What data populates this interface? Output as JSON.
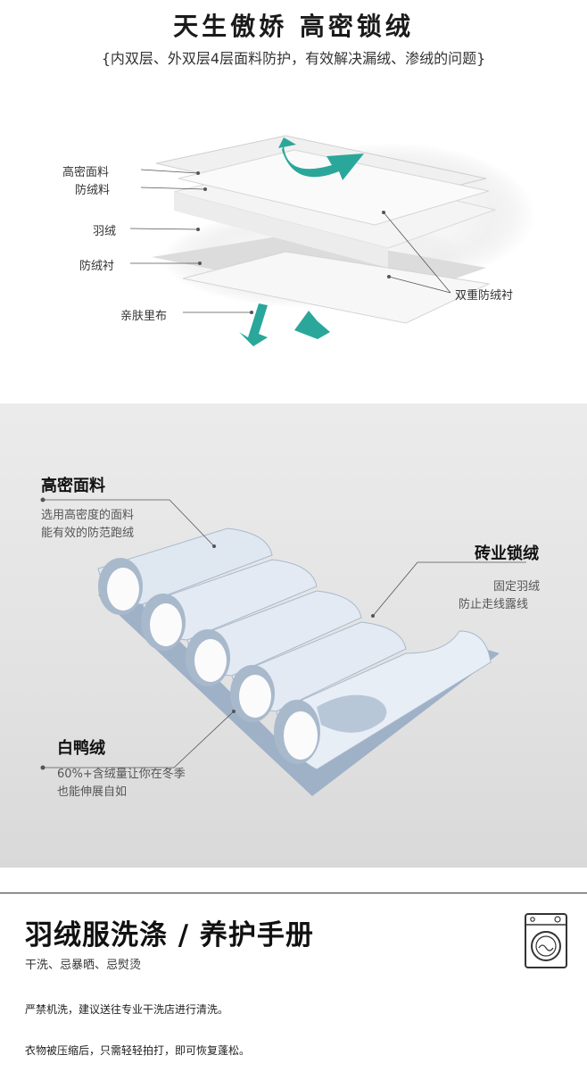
{
  "section1": {
    "title": "天生傲娇  高密锁绒",
    "subtitle": "{内双层、外双层4层面料防护，有效解决漏绒、渗绒的问题}",
    "labels": {
      "high_density_fabric": "高密面料",
      "downproof_fabric": "防绒料",
      "down": "羽绒",
      "downproof_lining": "防绒衬",
      "skin_lining": "亲肤里布",
      "double_lining": "双重防绒衬"
    },
    "colors": {
      "arrow": "#2aa79a"
    }
  },
  "section2": {
    "callouts": {
      "fabric_title": "高密面料",
      "fabric_desc_1": "选用高密度的面料",
      "fabric_desc_2": "能有效的防范跑绒",
      "stitch_title": "砖业锁绒",
      "stitch_desc_1": "固定羽绒",
      "stitch_desc_2": "防止走线露线",
      "duck_title": "白鸭绒",
      "duck_desc_1": "60%+含绒量让你在冬季",
      "duck_desc_2": "也能伸展自如"
    },
    "colors": {
      "fabric": "#c9d6e6",
      "down": "#ffffff"
    }
  },
  "section3": {
    "title": "羽绒服洗涤 / 养护手册",
    "subtitle": "干洗、忌暴晒、忌熨烫",
    "para1": "严禁机洗，建议送往专业干洗店进行清洗。",
    "para2": "衣物被压缩后，只需轻轻拍打，即可恢复蓬松。",
    "icon": "washing-machine-icon"
  }
}
